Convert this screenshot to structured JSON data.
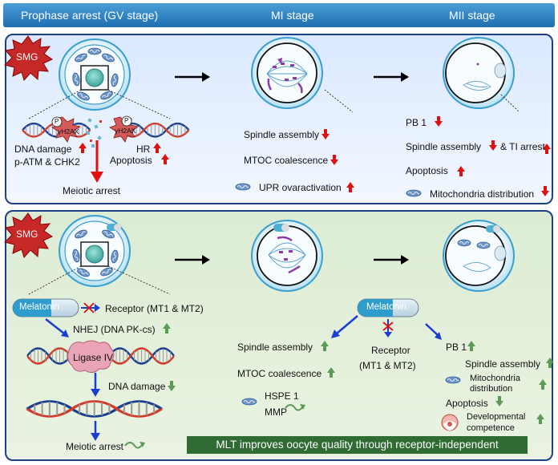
{
  "header": {
    "stage1": "Prophase arrest (GV stage)",
    "stage2": "MI stage",
    "stage3": "MII stage"
  },
  "colors": {
    "header": "#2a80c4",
    "panel_border": "#1d3f86",
    "panel_top_bg": "#dfebff",
    "panel_bottom_bg": "#dcecd4",
    "up_red": "#e01010",
    "down_red": "#e01010",
    "up_green": "#5c9a55",
    "down_green": "#5c9a55",
    "blue_arrow": "#1a3ed0"
  },
  "top": {
    "badge": "SMG",
    "p_label1": "P",
    "p_label2": "P",
    "h2ax1": "γH2AX",
    "h2ax2": "γH2AX",
    "dna_damage": "DNA damage",
    "patm": "p-ATM & CHK2",
    "hr": "HR",
    "apoptosis": "Apoptosis",
    "meiotic_arrest": "Meiotic arrest",
    "spindle": "Spindle assembly",
    "mtoc": "MTOC coalescence",
    "upr": "UPR ovaractivation",
    "pb1": "PB 1",
    "spindle2": "Spindle assembly",
    "ti": "& TI arrest",
    "apoptosis2": "Apoptosis",
    "mito": "Mitochondria distribution"
  },
  "bottom": {
    "badge": "SMG",
    "melatonin1": "Melatonin",
    "receptor1": "Receptor (MT1 & MT2)",
    "nhej": "NHEJ (DNA PK-cs)",
    "ligase": "Ligase IV",
    "dna_damage": "DNA damage",
    "meiotic_arrest": "Meiotic arrest",
    "spindle": "Spindle assembly",
    "mtoc": "MTOC coalescence",
    "hspe": "HSPE 1",
    "mmp": "MMP",
    "melatonin2": "Melatonin",
    "receptor2a": "Receptor",
    "receptor2b": "(MT1 & MT2)",
    "pb1": "PB 1",
    "spindle2": "Spindle assembly",
    "mito1": "Mitochondria",
    "mito2": "distribution",
    "apoptosis": "Apoptosis",
    "dev1": "Developmental",
    "dev2": "competence",
    "caption": "MLT improves oocyte quality through receptor-independent"
  }
}
